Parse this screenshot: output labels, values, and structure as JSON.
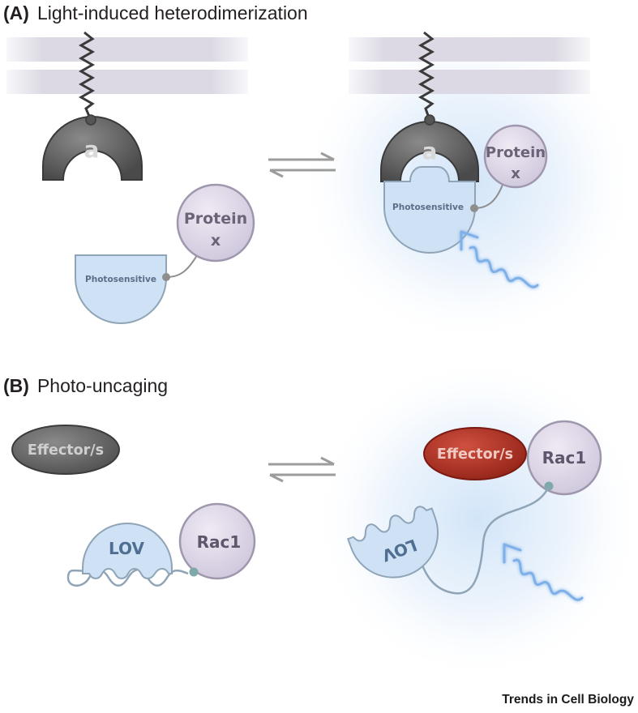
{
  "panel_a": {
    "letter": "(A)",
    "title": "Light-induced heterodimerization",
    "anchor_label": "a",
    "protein_label_line1": "Protein",
    "protein_label_line2": "x",
    "photosensitive_label": "Photosensitive"
  },
  "panel_b": {
    "letter": "(B)",
    "title": "Photo-uncaging",
    "effector_label": "Effector/s",
    "lov_label": "LOV",
    "rac1_label": "Rac1"
  },
  "source": "Trends in Cell Biology",
  "colors": {
    "membrane": "#dcd9e4",
    "anchor": "#5f5f5f",
    "anchor_stroke": "#3a3a3a",
    "protein_fill": "#ddd7e6",
    "protein_stroke": "#9f97ad",
    "photosensitive_fill": "#cfe1f4",
    "photosensitive_stroke": "#8fa5b7",
    "light_glow": "#cfe3f8",
    "light_wave": "#7fb0e8",
    "effector_inactive": "#5c5c5c",
    "effector_active": "#a93226",
    "arrow": "#9c9c9c"
  }
}
